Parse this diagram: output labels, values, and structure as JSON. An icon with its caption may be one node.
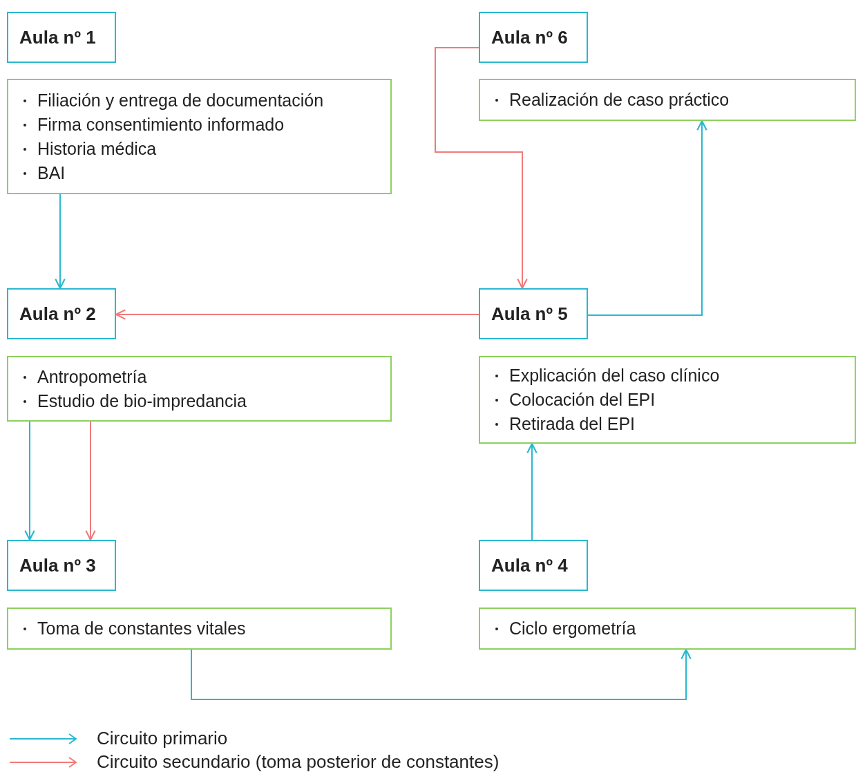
{
  "diagram": {
    "nodes": [
      {
        "text": [
          "Aula nº 1"
        ]
      },
      {
        "text": [
          "Aula nº 6"
        ]
      },
      {
        "text": [
          "Filiación y entrega de documentación",
          "Firma consentimiento informado",
          "Historia médica",
          "BAI"
        ]
      },
      {
        "text": [
          "Realización de caso práctico"
        ]
      },
      {
        "text": [
          "Aula nº 2"
        ]
      },
      {
        "text": [
          "Aula nº 5"
        ]
      },
      {
        "text": [
          "Antropometría",
          "Estudio de bio-impredancia"
        ]
      },
      {
        "text": [
          "Explicación del caso clínico",
          "Colocación del EPI",
          "Retirada del EPI"
        ]
      },
      {
        "text": [
          "Aula nº 3"
        ]
      },
      {
        "text": [
          "Aula nº 4"
        ]
      },
      {
        "text": [
          "Toma de constantes vitales"
        ]
      },
      {
        "text": [
          "Ciclo ergometría"
        ]
      }
    ],
    "edges": [
      {
        "from": 2,
        "to": 4,
        "arrow": "to"
      },
      {
        "from": 1,
        "to": 5,
        "arrow": "to",
        "color": "#f07a7a"
      },
      {
        "from": 5,
        "to": 4,
        "arrow": "to",
        "color": "#f07a7a"
      },
      {
        "from": 5,
        "to": 3,
        "arrow": "to"
      },
      {
        "from": 6,
        "to": 8,
        "arrow": "to"
      },
      {
        "from": 6,
        "to": 8,
        "arrow": "to",
        "color": "#f07a7a"
      },
      {
        "from": 9,
        "to": 7,
        "arrow": "to"
      },
      {
        "from": 10,
        "to": 11,
        "arrow": "to"
      }
    ],
    "legend": [
      {
        "text": "Circuito primario"
      },
      {
        "text": "Circuito secundario (toma posterior de constantes)"
      }
    ]
  }
}
